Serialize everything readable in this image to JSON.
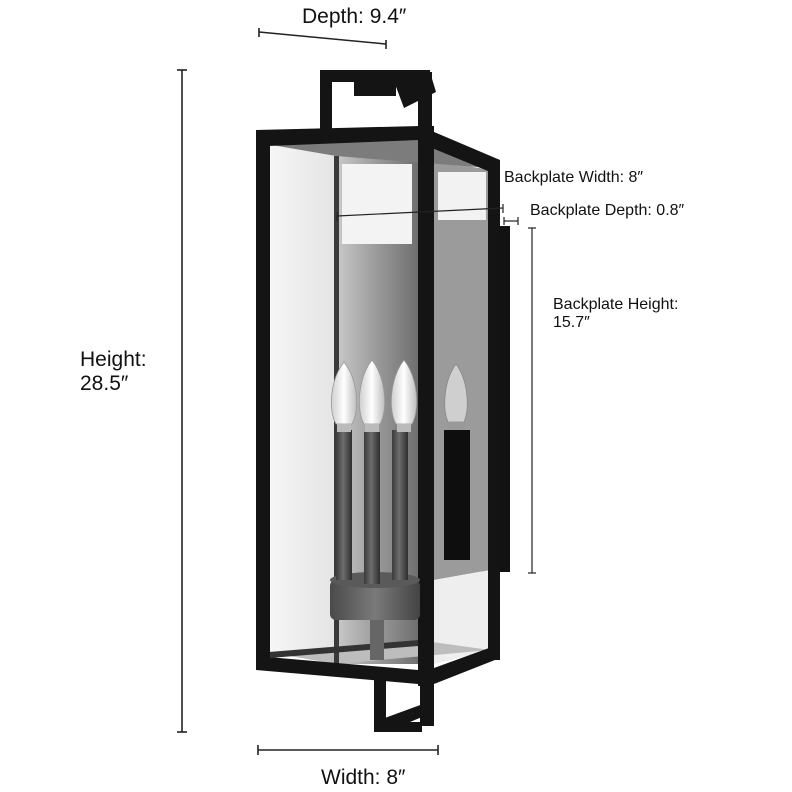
{
  "diagram": {
    "subject": "outdoor wall lantern sconce, black frame, clear glass, 4 candelabra bulbs",
    "colors": {
      "frame": "#141414",
      "glass": "#e9e9e9",
      "interior": "#8a8a8a",
      "backplate": "#1a1a1a",
      "dimension_line": "#222222",
      "background": "#ffffff"
    },
    "dimensions": {
      "depth": {
        "label": "Depth: 9.4″"
      },
      "height": {
        "label_line1": "Height:",
        "label_line2": "28.5″"
      },
      "width": {
        "label": "Width: 8″"
      },
      "backplate_width": {
        "label": "Backplate Width: 8″"
      },
      "backplate_depth": {
        "label": "Backplate Depth: 0.8″"
      },
      "backplate_height": {
        "label_line1": "Backplate Height:",
        "label_line2": "15.7″"
      }
    },
    "bulbs": {
      "count": 4,
      "type": "candelabra filament"
    }
  }
}
